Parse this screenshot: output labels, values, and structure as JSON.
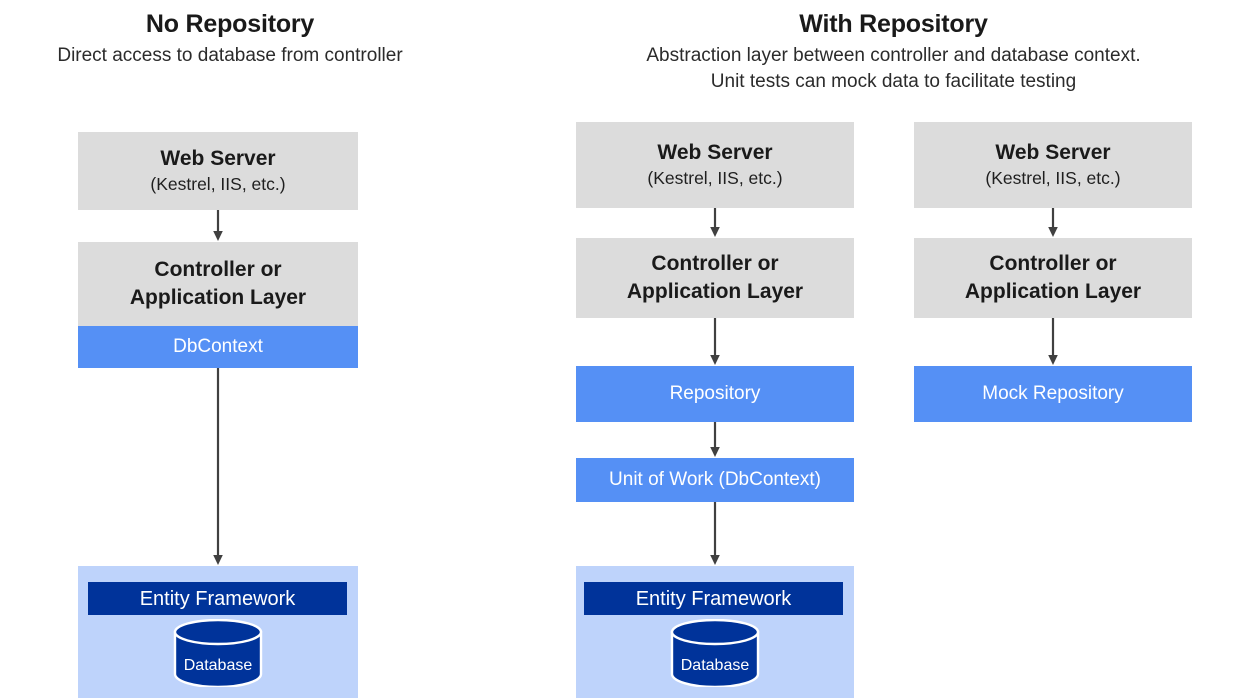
{
  "colors": {
    "gray_box": "#dcdcdc",
    "blue_box": "#5590f5",
    "navy_box": "#00339a",
    "light_blue_panel": "#bed3fb",
    "arrow": "#404040",
    "text_dark": "#1a1a1a",
    "text_white": "#ffffff",
    "background": "#ffffff"
  },
  "columns": [
    {
      "id": "no-repository",
      "title": "No Repository",
      "subtitle": "Direct access to database from controller"
    },
    {
      "id": "with-repository",
      "title": "With Repository",
      "subtitle": "Abstraction layer between controller and database context.\nUnit tests can mock data to facilitate testing"
    }
  ],
  "stacks": {
    "no_repository": {
      "web_server": {
        "line1": "Web Server",
        "line2": "(Kestrel, IIS, etc.)"
      },
      "controller": {
        "line1": "Controller or",
        "line2": "Application Layer"
      },
      "dbcontext": {
        "label": "DbContext"
      },
      "data_panel": {
        "entity_framework": {
          "label": "Entity Framework"
        },
        "database": {
          "label": "Database"
        }
      }
    },
    "with_repository": {
      "web_server": {
        "line1": "Web Server",
        "line2": "(Kestrel, IIS, etc.)"
      },
      "controller": {
        "line1": "Controller or",
        "line2": "Application Layer"
      },
      "repository": {
        "label": "Repository"
      },
      "unit_of_work": {
        "label": "Unit of Work (DbContext)"
      },
      "data_panel": {
        "entity_framework": {
          "label": "Entity Framework"
        },
        "database": {
          "label": "Database"
        }
      }
    },
    "mock_repository": {
      "web_server": {
        "line1": "Web Server",
        "line2": "(Kestrel, IIS, etc.)"
      },
      "controller": {
        "line1": "Controller or",
        "line2": "Application Layer"
      },
      "mock_repository": {
        "label": "Mock Repository"
      }
    }
  }
}
